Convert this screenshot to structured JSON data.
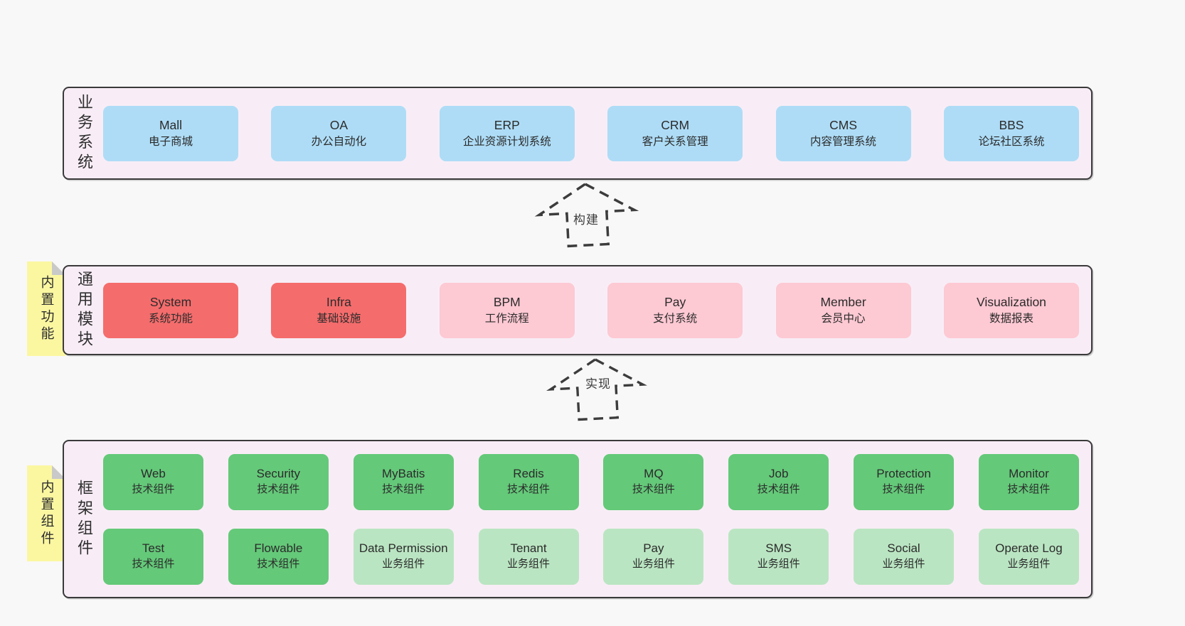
{
  "colors": {
    "page_bg": "#f8f8f8",
    "layer_bg": "#f8edf6",
    "layer_border": "#3a3a3a",
    "blue_box": "#aedcf6",
    "red_box": "#f56c6c",
    "pink_box": "#fdc9d3",
    "green_dark_box": "#64c979",
    "green_light_box": "#bae5c2",
    "note_bg": "#fbf7a1",
    "note_fold": "#c9c9c9",
    "text": "#2f2f2f"
  },
  "layers": {
    "business": {
      "label": "业务系统",
      "boxes": [
        {
          "en": "Mall",
          "zh": "电子商城"
        },
        {
          "en": "OA",
          "zh": "办公自动化"
        },
        {
          "en": "ERP",
          "zh": "企业资源计划系统"
        },
        {
          "en": "CRM",
          "zh": "客户关系管理"
        },
        {
          "en": "CMS",
          "zh": "内容管理系统"
        },
        {
          "en": "BBS",
          "zh": "论坛社区系统"
        }
      ]
    },
    "modules": {
      "label": "通用模块",
      "note": "内置功能",
      "boxes": [
        {
          "en": "System",
          "zh": "系统功能"
        },
        {
          "en": "Infra",
          "zh": "基础设施"
        },
        {
          "en": "BPM",
          "zh": "工作流程"
        },
        {
          "en": "Pay",
          "zh": "支付系统"
        },
        {
          "en": "Member",
          "zh": "会员中心"
        },
        {
          "en": "Visualization",
          "zh": "数据报表"
        }
      ]
    },
    "components": {
      "label": "框架组件",
      "note": "内置组件",
      "row1": [
        {
          "en": "Web",
          "zh": "技术组件"
        },
        {
          "en": "Security",
          "zh": "技术组件"
        },
        {
          "en": "MyBatis",
          "zh": "技术组件"
        },
        {
          "en": "Redis",
          "zh": "技术组件"
        },
        {
          "en": "MQ",
          "zh": "技术组件"
        },
        {
          "en": "Job",
          "zh": "技术组件"
        },
        {
          "en": "Protection",
          "zh": "技术组件"
        },
        {
          "en": "Monitor",
          "zh": "技术组件"
        }
      ],
      "row2": [
        {
          "en": "Test",
          "zh": "技术组件"
        },
        {
          "en": "Flowable",
          "zh": "技术组件"
        },
        {
          "en": "Data Permission",
          "zh": "业务组件"
        },
        {
          "en": "Tenant",
          "zh": "业务组件"
        },
        {
          "en": "Pay",
          "zh": "业务组件"
        },
        {
          "en": "SMS",
          "zh": "业务组件"
        },
        {
          "en": "Social",
          "zh": "业务组件"
        },
        {
          "en": "Operate Log",
          "zh": "业务组件"
        }
      ]
    }
  },
  "arrows": {
    "build": {
      "label": "构建"
    },
    "implement": {
      "label": "实现"
    }
  }
}
